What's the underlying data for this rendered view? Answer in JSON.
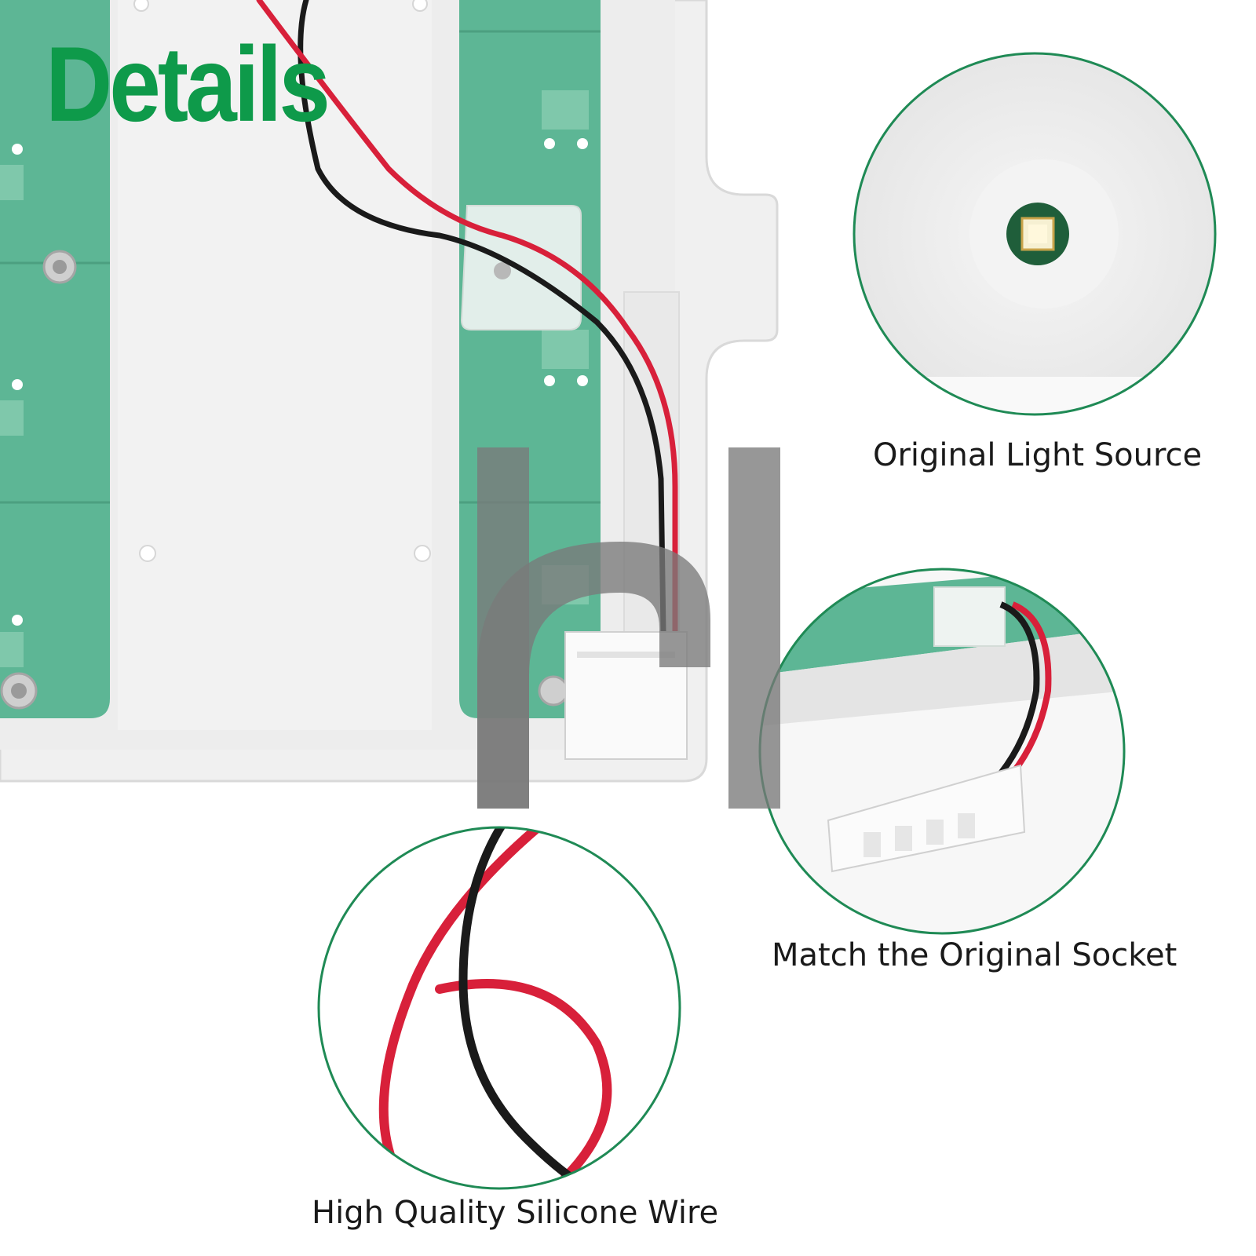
{
  "title": "Details",
  "details": {
    "light_source": "Original Light Source",
    "socket": "Match the Original Socket",
    "wire": "High Quality Silicone Wire"
  },
  "colors": {
    "title_green": "#0e9a4a",
    "pcb_green": "#5db695",
    "circle_border": "#1f8a55",
    "wire_red": "#d8203a",
    "wire_black": "#1a1a1a",
    "watermark_gray": "#7a7a7a"
  }
}
